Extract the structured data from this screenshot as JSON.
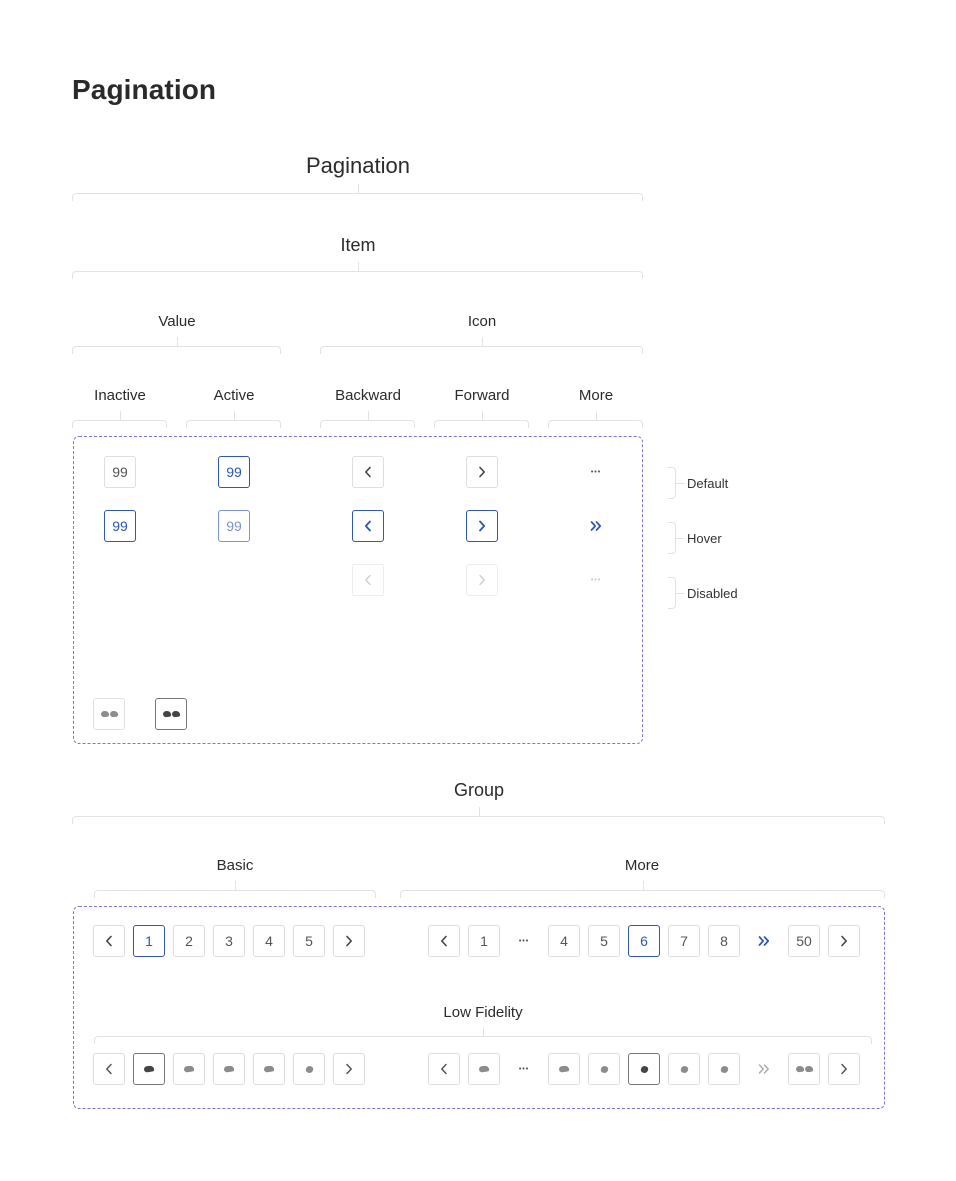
{
  "page": {
    "title": "Pagination"
  },
  "tree": {
    "root": "Pagination",
    "item": "Item",
    "value": "Value",
    "icon": "Icon",
    "columns": [
      "Inactive",
      "Active",
      "Backward",
      "Forward",
      "More"
    ],
    "states": [
      "Default",
      "Hover",
      "Disabled"
    ]
  },
  "item_grid": {
    "value_label": "99",
    "icons": {
      "backward": "chevron-left-icon",
      "forward": "chevron-right-icon",
      "more": "ellipsis-icon",
      "more_hover": "double-chevron-right-icon",
      "lofi": "low-fidelity-placeholder-icon"
    },
    "more_glyph": "•••",
    "more_hover_glyph": "»"
  },
  "group": {
    "title": "Group",
    "basic_label": "Basic",
    "more_label": "More",
    "low_fidelity_label": "Low Fidelity",
    "basic_pages": [
      "1",
      "2",
      "3",
      "4",
      "5"
    ],
    "basic_active": "1",
    "more_pages": [
      "1",
      "•••",
      "4",
      "5",
      "6",
      "7",
      "8",
      "»",
      "50"
    ],
    "more_active": "6"
  },
  "colors": {
    "accent": "#2f55b5",
    "accent_hover": "#7c93d6",
    "border": "#dedede",
    "disabled": "#c9c9c9",
    "frame": "#8a6fd8",
    "bracket": "#e3e3e3"
  }
}
